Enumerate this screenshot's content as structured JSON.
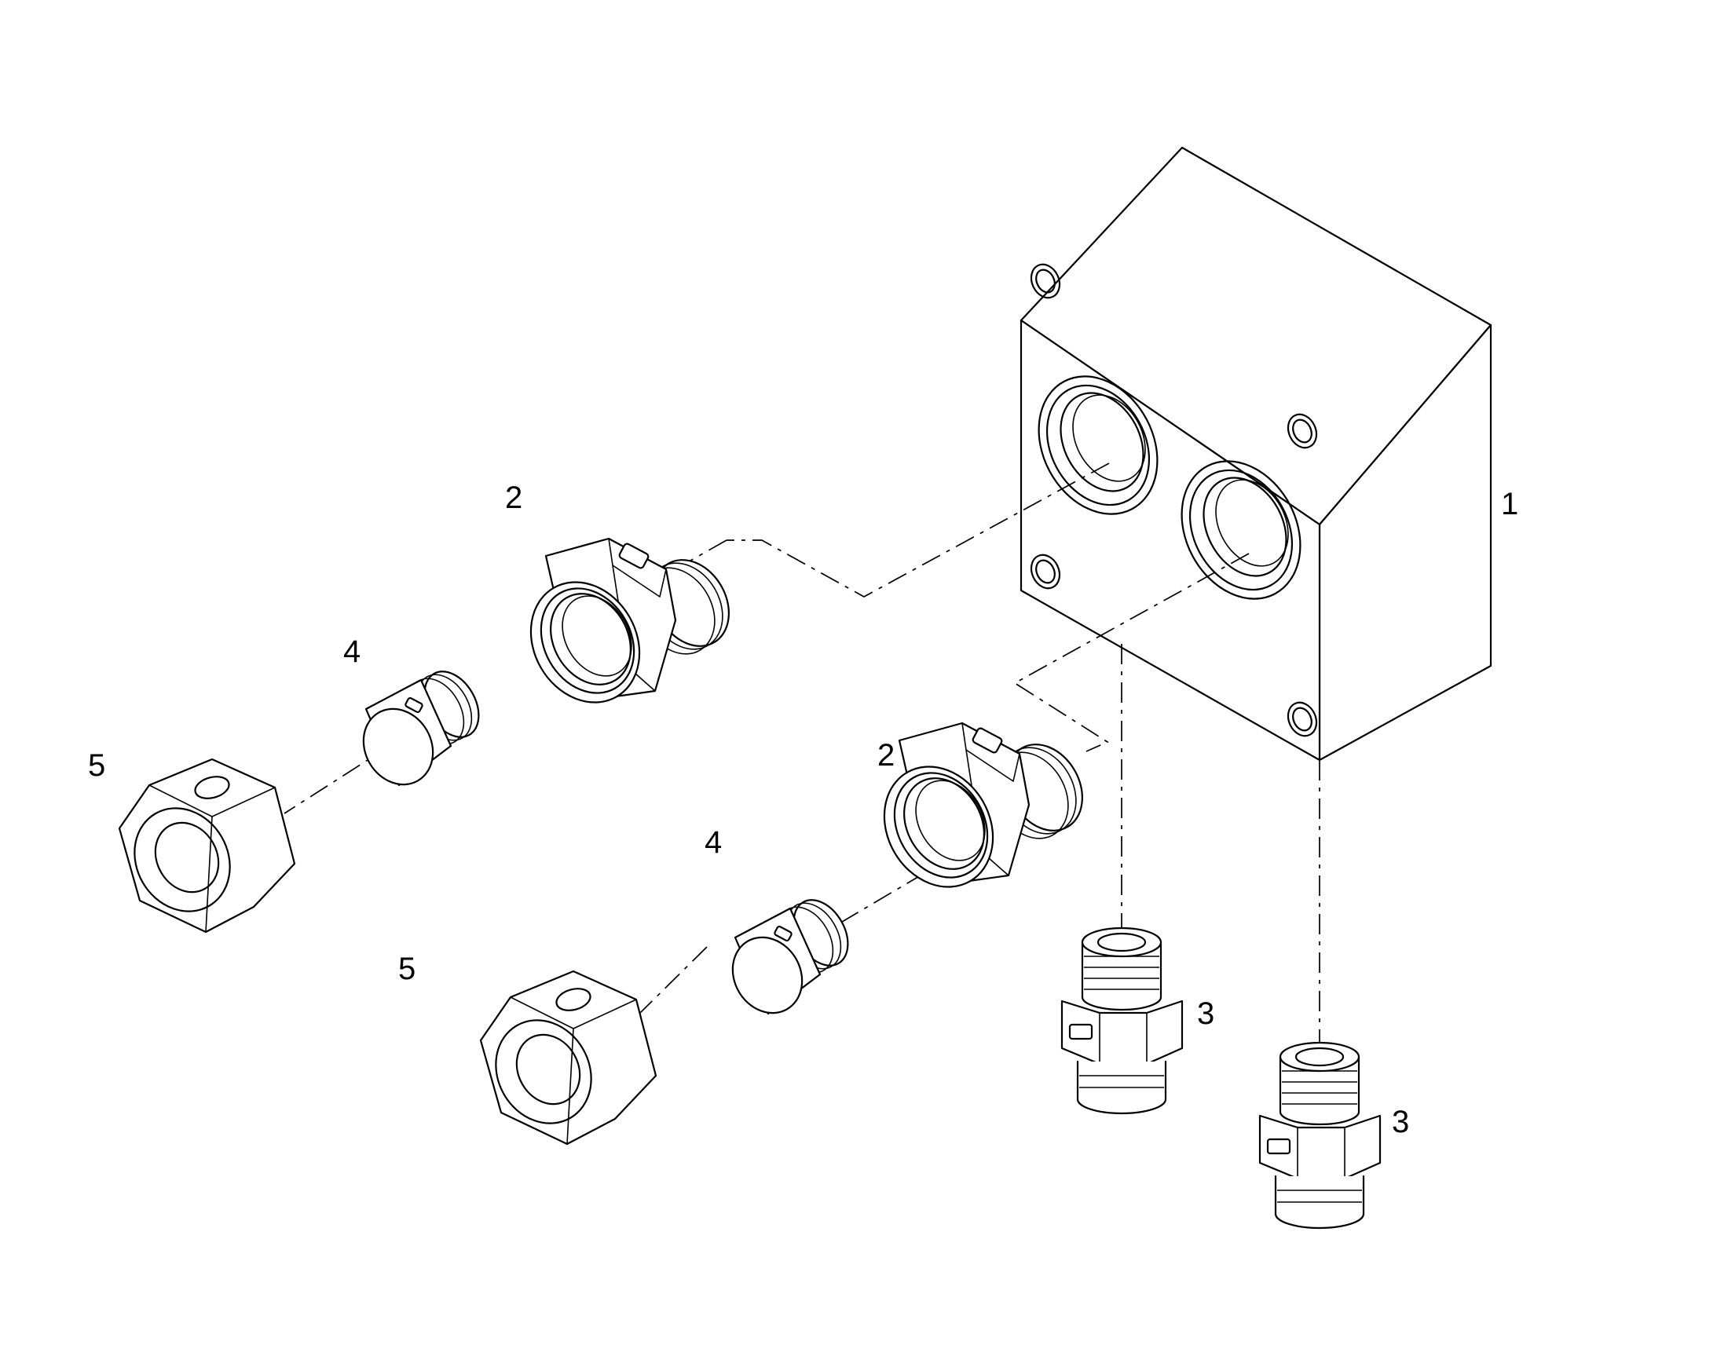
{
  "labels": {
    "block": "1",
    "adapter_upper": "2",
    "adapter_lower": "2",
    "adapter_side_1": "3",
    "adapter_side_2": "3",
    "ring_upper": "4",
    "ring_lower": "4",
    "nut_upper": "5",
    "nut_lower": "5"
  }
}
